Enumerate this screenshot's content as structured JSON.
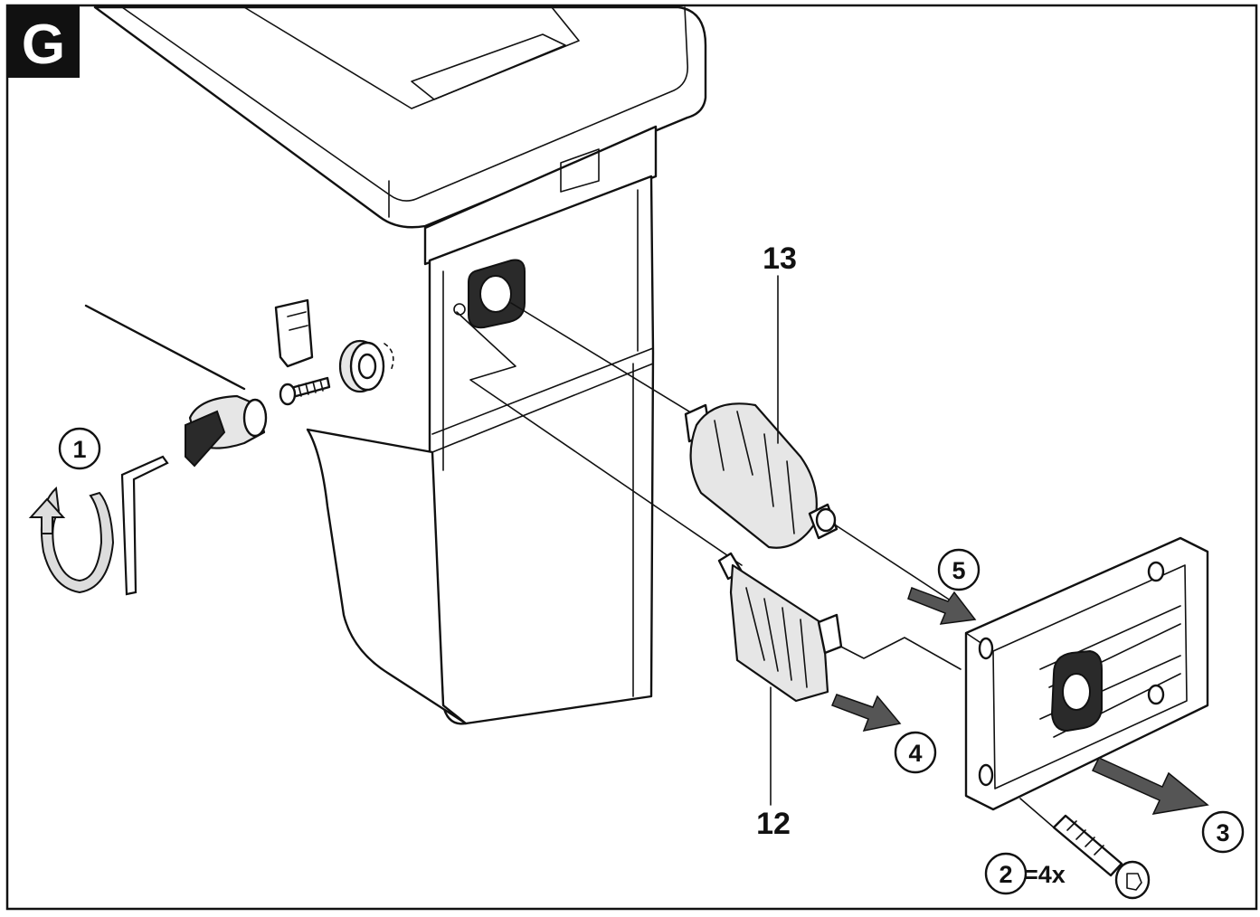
{
  "figure": {
    "badge": "G",
    "part_labels": {
      "p13": "13",
      "p12": "12"
    },
    "steps": {
      "s1": "1",
      "s2": "2",
      "s3": "3",
      "s4": "4",
      "s5": "5"
    },
    "screw_qty": "=4x"
  }
}
